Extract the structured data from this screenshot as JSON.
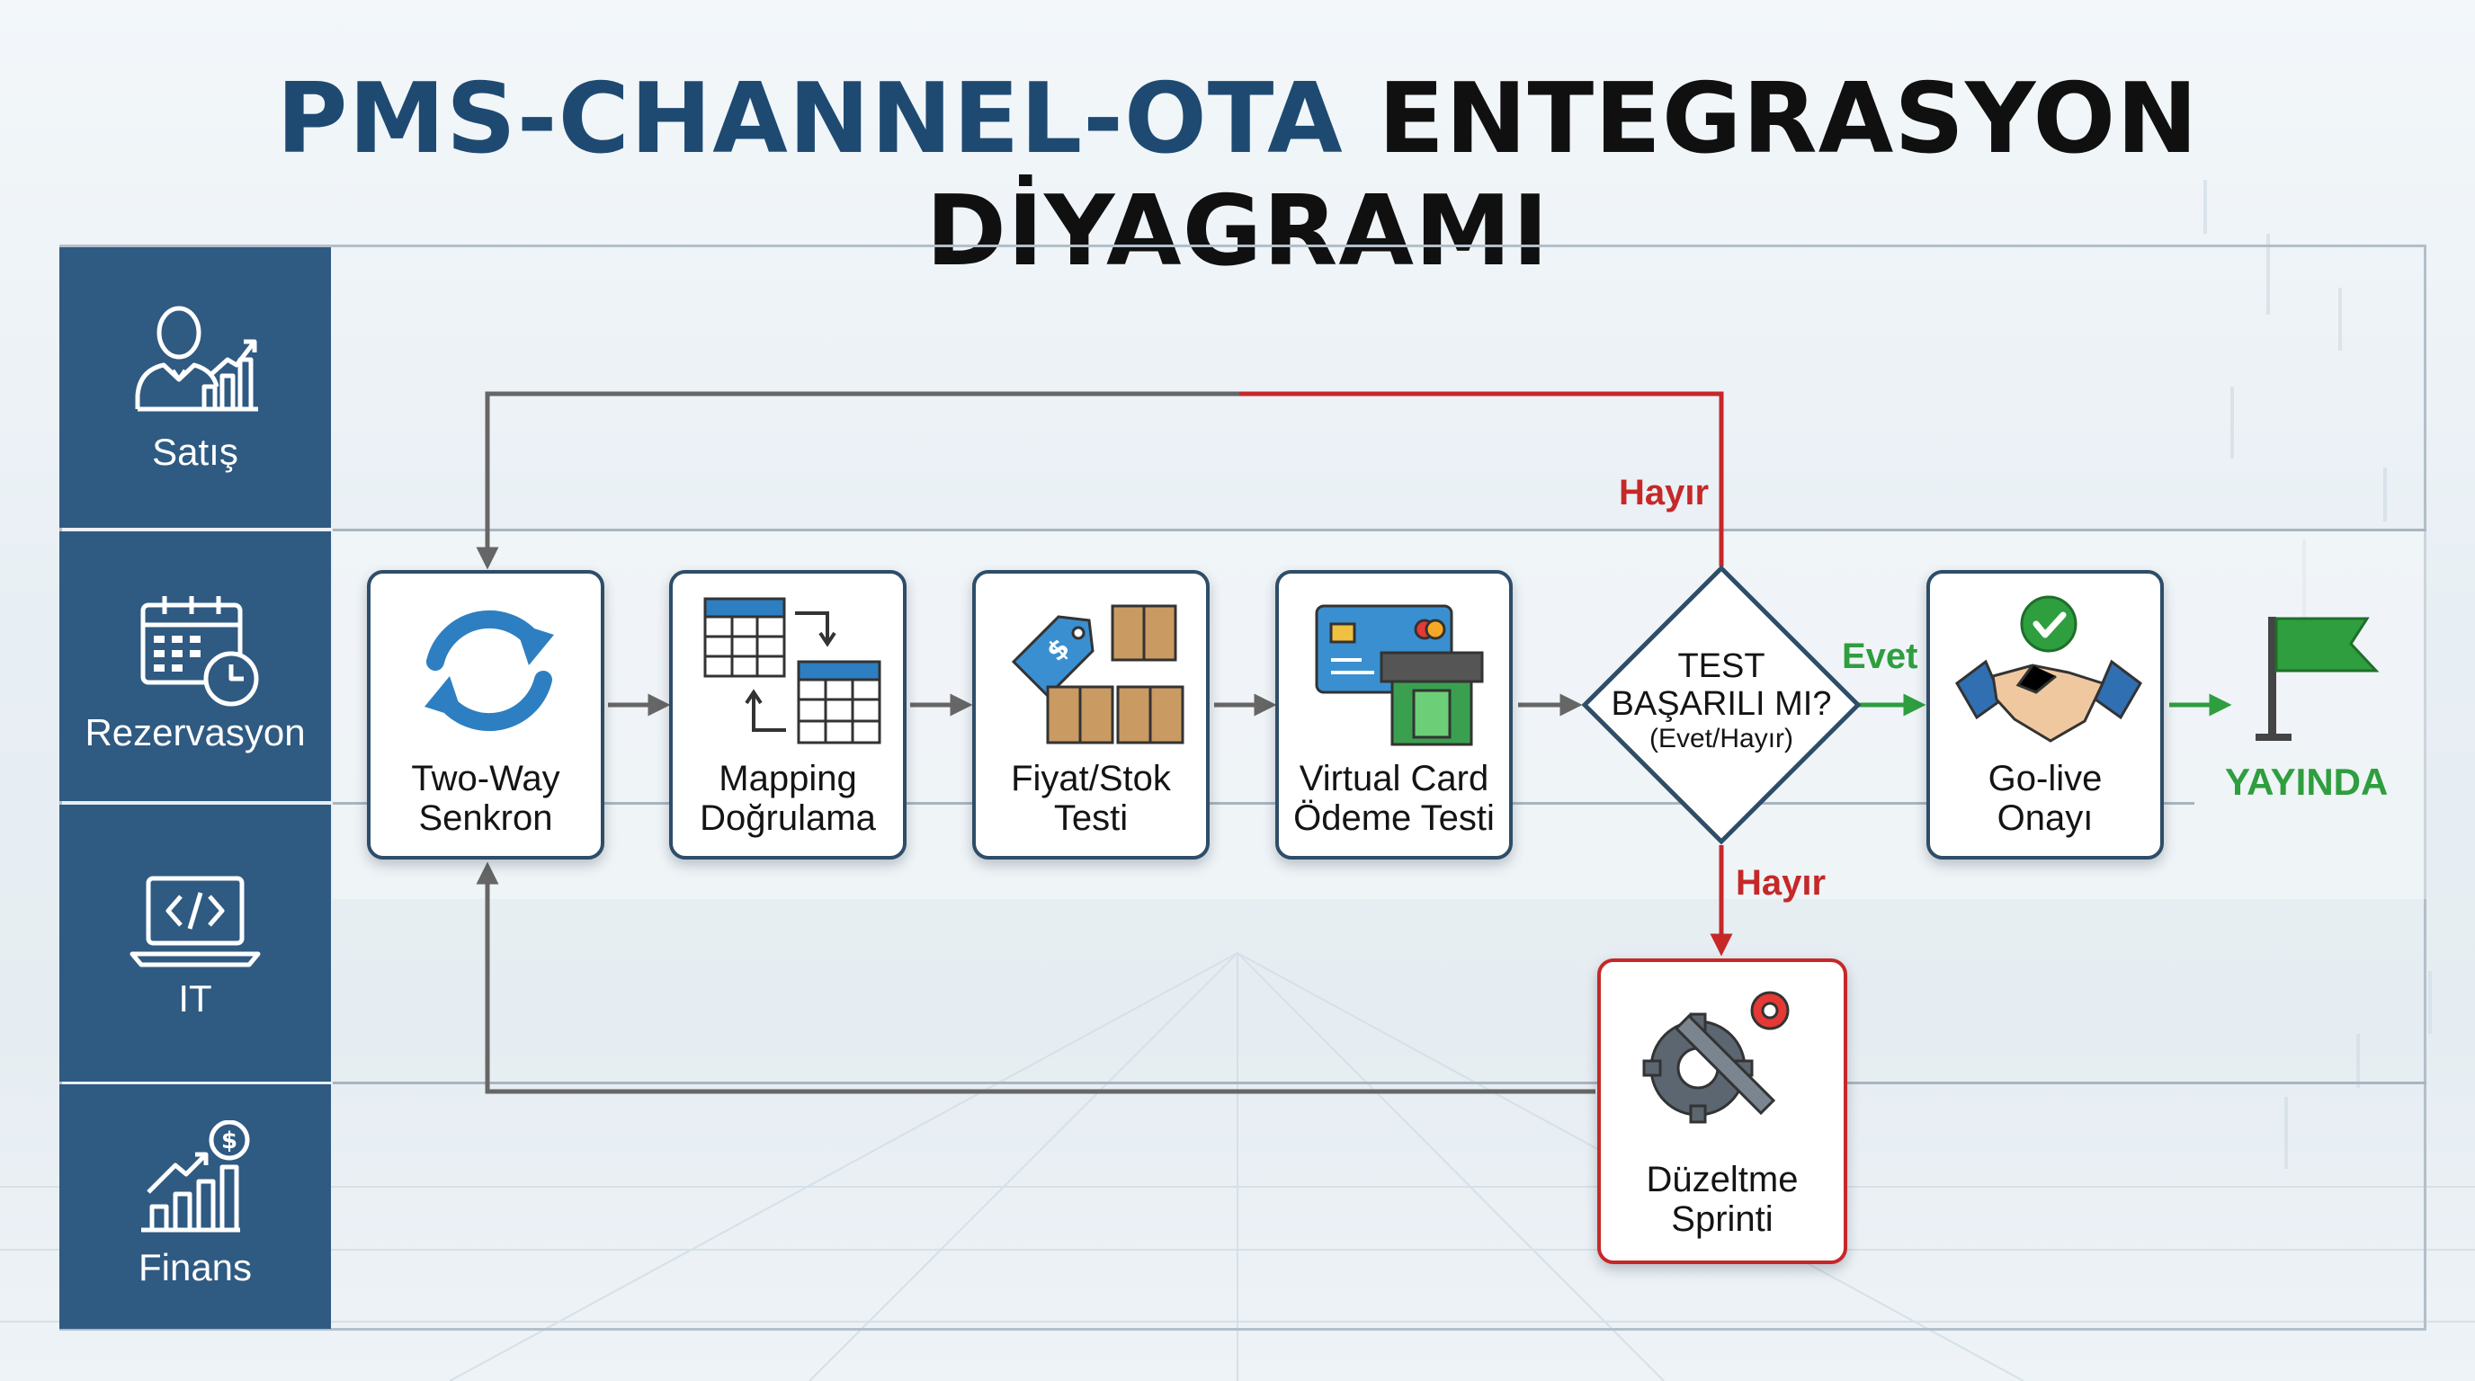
{
  "title": {
    "part1": "PMS-CHANNEL-OTA",
    "part2": "ENTEGRASYON DİYAGRAMI"
  },
  "colors": {
    "accent": "#1e4a72",
    "lane": "#2f5a82",
    "node_border": "#2e4d68",
    "no_path": "#c62828",
    "yes_path": "#2e9e3e"
  },
  "lanes": [
    {
      "label": "Satış",
      "icon": "sales-person-chart-icon"
    },
    {
      "label": "Rezervasyon",
      "icon": "calendar-clock-icon"
    },
    {
      "label": "IT",
      "icon": "laptop-code-icon"
    },
    {
      "label": "Finans",
      "icon": "finance-chart-dollar-icon"
    }
  ],
  "nodes": {
    "two_way": {
      "line1": "Two-Way",
      "line2": "Senkron",
      "icon": "sync-arrows-icon"
    },
    "mapping": {
      "line1": "Mapping",
      "line2": "Doğrulama",
      "icon": "table-mapping-icon"
    },
    "fiyat": {
      "line1": "Fiyat/Stok",
      "line2": "Testi",
      "icon": "price-tag-boxes-icon"
    },
    "virtual": {
      "line1": "Virtual Card",
      "line2": "Ödeme Testi",
      "icon": "credit-card-terminal-icon"
    },
    "golive": {
      "line1": "Go-live",
      "line2": "Onayı",
      "icon": "handshake-check-icon"
    },
    "duzeltme": {
      "line1": "Düzeltme",
      "line2": "Sprinti",
      "icon": "wrench-gear-icon"
    }
  },
  "decision": {
    "line1": "TEST",
    "line2": "BAŞARILI MI?",
    "line3": "(Evet/Hayır)"
  },
  "labels": {
    "no_top": "Hayır",
    "no_bottom": "Hayır",
    "yes": "Evet",
    "live": "YAYINDA"
  },
  "final_icon": "green-flag-icon"
}
